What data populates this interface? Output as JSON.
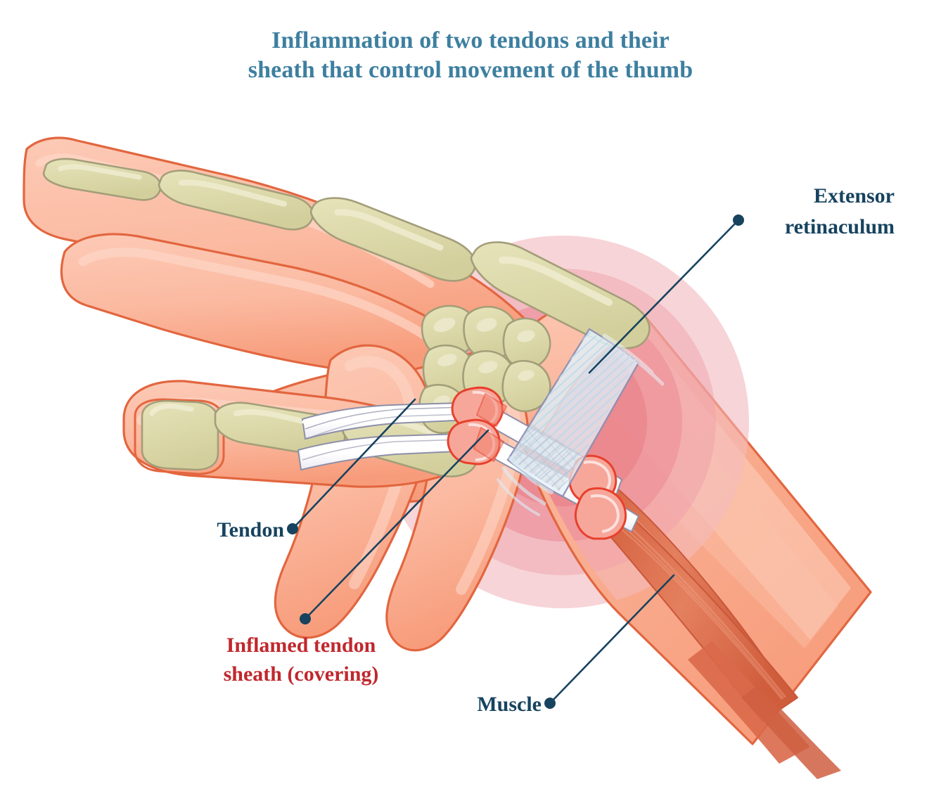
{
  "title": {
    "line1": "Inflammation of two tendons and their",
    "line2": "sheath that control movement of the thumb",
    "color": "#3d7fa0"
  },
  "labels": {
    "extensor_retinaculum": {
      "line1": "Extensor",
      "line2": "retinaculum",
      "color": "#17435f"
    },
    "tendon": {
      "text": "Tendon",
      "color": "#17435f"
    },
    "inflamed_sheath": {
      "line1": "Inflamed tendon",
      "line2": "sheath (covering)",
      "color": "#c0282d"
    },
    "muscle": {
      "text": "Muscle",
      "color": "#17435f"
    }
  },
  "palette": {
    "background": "#ffffff",
    "skin_light": "#fbb9a0",
    "skin_mid": "#f9a586",
    "skin_shadow": "#f7c9b8",
    "skin_outline": "#e2663f",
    "bone_fill": "#dcd9a8",
    "bone_highlight": "#e8e6c4",
    "bone_outline": "#a39e79",
    "tendon_white": "#ffffff",
    "tendon_outline": "#8d8fa8",
    "sheath_red": "#e8402c",
    "sheath_fill": "#f6a79a",
    "muscle_dark": "#d4613f",
    "muscle_mid": "#e0795a",
    "muscle_light": "#ef9b7c",
    "retinaculum": "#e3f0f7",
    "retinaculum_fiber": "#c3dced",
    "halo_1": "#f7d4d8",
    "halo_2": "#f2b9bf",
    "halo_3": "#ed9aa3",
    "halo_4": "#e8838c",
    "leader": "#17435f"
  },
  "diagram": {
    "type": "anatomical-illustration",
    "subject": "hand-and-forearm-lateral-view",
    "structures": [
      "index-finger-with-phalanges",
      "middle-finger",
      "ring-finger",
      "thumb-with-phalanges",
      "metacarpals",
      "carpal-bones",
      "abductor-pollicis-longus-tendon",
      "extensor-pollicis-brevis-tendon",
      "inflamed-tendon-sheath",
      "extensor-retinaculum",
      "forearm-muscles",
      "inflammation-halo"
    ]
  }
}
